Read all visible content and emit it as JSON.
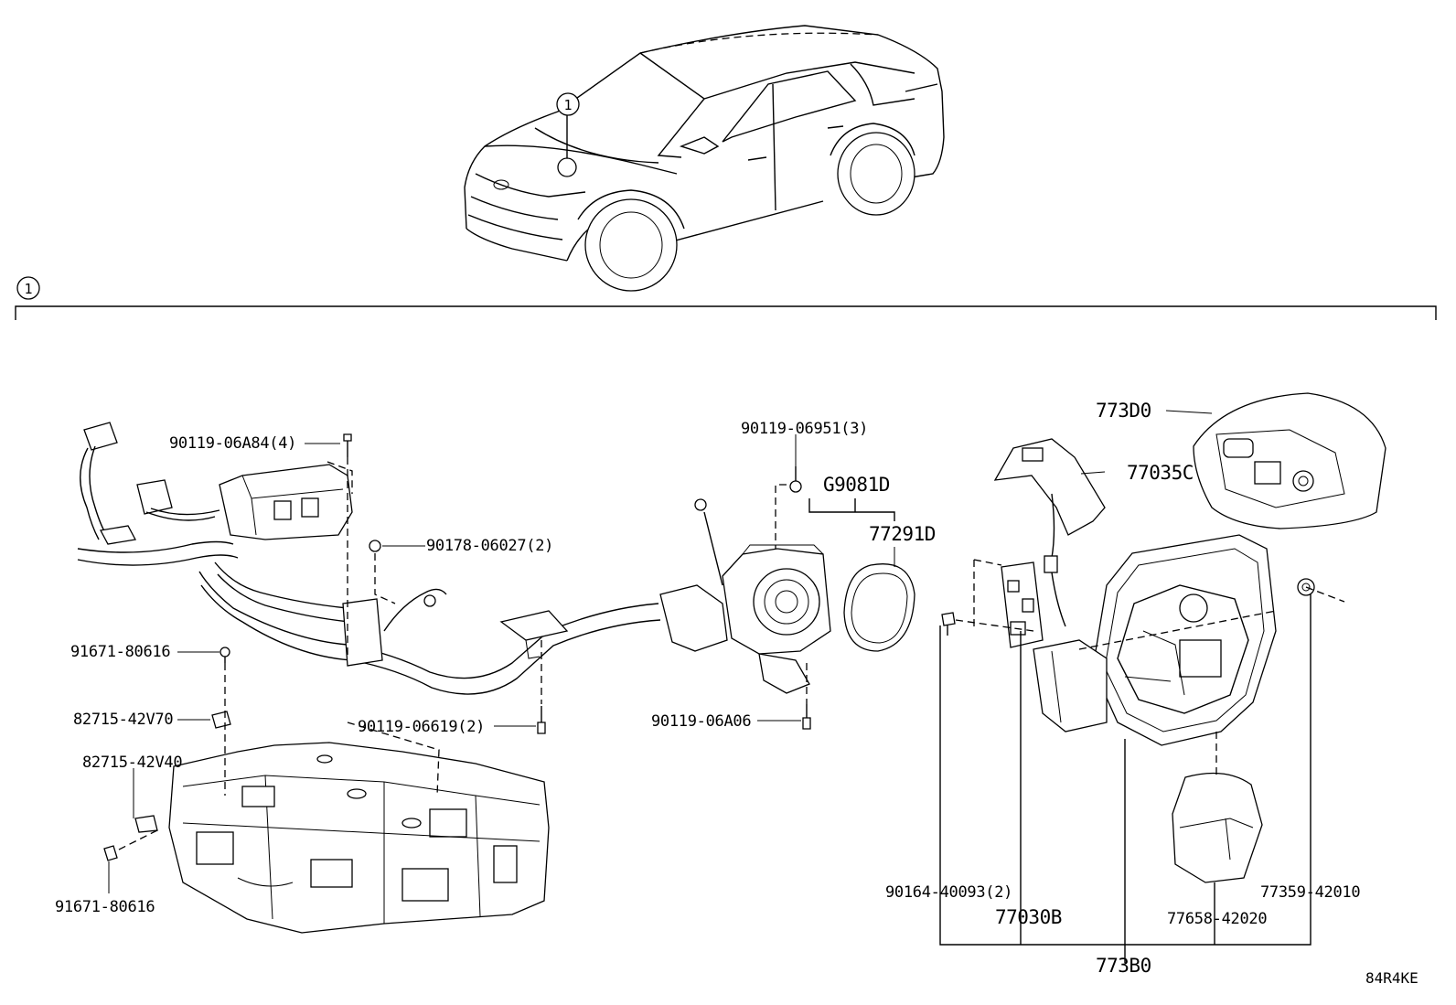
{
  "diagram": {
    "callout_number": "1",
    "drawing_code": "84R4KE",
    "labels": {
      "p773D0": "773D0",
      "p77035C": "77035C",
      "p90119_06A84": "90119-06A84(4)",
      "p90119_06951": "90119-06951(3)",
      "pG9081D": "G9081D",
      "p77291D": "77291D",
      "p90178_06027": "90178-06027(2)",
      "p91671_80616_a": "91671-80616",
      "p82715_42V70": "82715-42V70",
      "p90119_06619": "90119-06619(2)",
      "p90119_06A06": "90119-06A06",
      "p82715_42V40": "82715-42V40",
      "p91671_80616_b": "91671-80616",
      "p90164_40093": "90164-40093(2)",
      "p77359_42010": "77359-42010",
      "p77030B": "77030B",
      "p77658_42020": "77658-42020",
      "p773B0": "773B0"
    }
  }
}
